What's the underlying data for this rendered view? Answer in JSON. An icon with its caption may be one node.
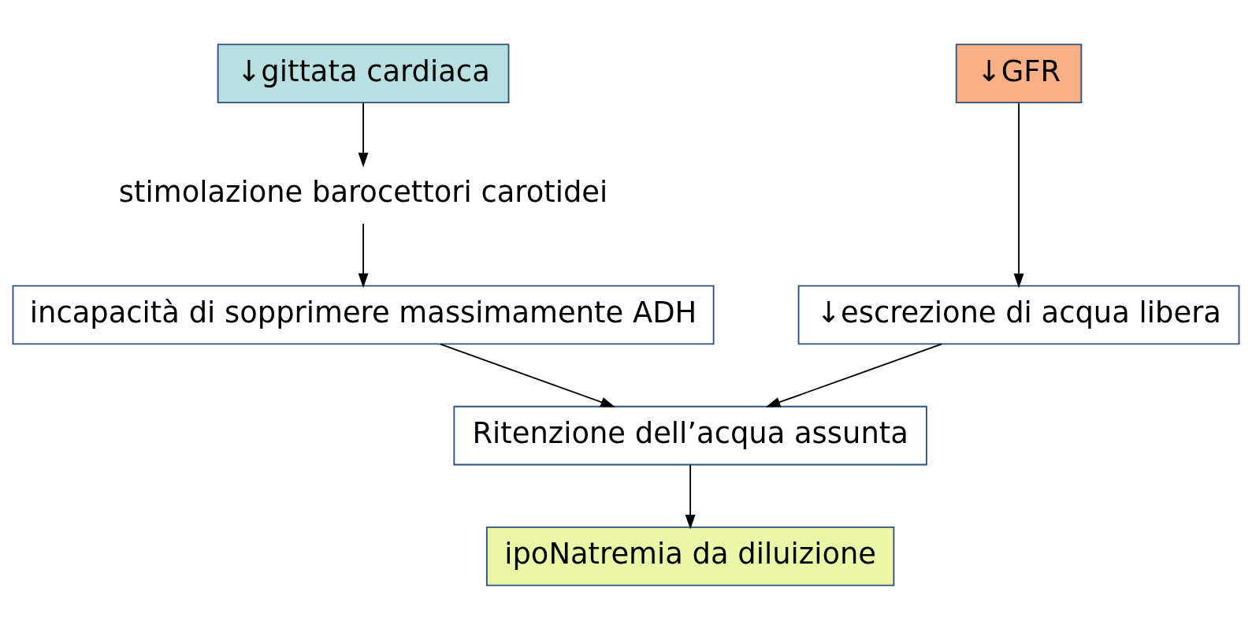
{
  "diagram": {
    "nodes": [
      {
        "text": [
          "↓gittata cardiaca"
        ]
      },
      {
        "text": [
          "↓GFR"
        ]
      },
      {
        "text": [
          "stimolazione barocettori carotidei"
        ]
      },
      {
        "text": [
          "incapacità di sopprimere massimamente ADH"
        ]
      },
      {
        "text": [
          "↓escrezione di acqua libera"
        ]
      },
      {
        "text": [
          "Ritenzione dell’acqua assunta"
        ]
      },
      {
        "text": [
          "ipoNatremia da diluizione"
        ]
      }
    ],
    "edges": [
      {
        "from": 0,
        "to": 2,
        "arrow": "to"
      },
      {
        "from": 2,
        "to": 3,
        "arrow": "to"
      },
      {
        "from": 1,
        "to": 4,
        "arrow": "to"
      },
      {
        "from": 3,
        "to": 5,
        "arrow": "to"
      },
      {
        "from": 4,
        "to": 5,
        "arrow": "to"
      },
      {
        "from": 5,
        "to": 6,
        "arrow": "to"
      }
    ]
  }
}
